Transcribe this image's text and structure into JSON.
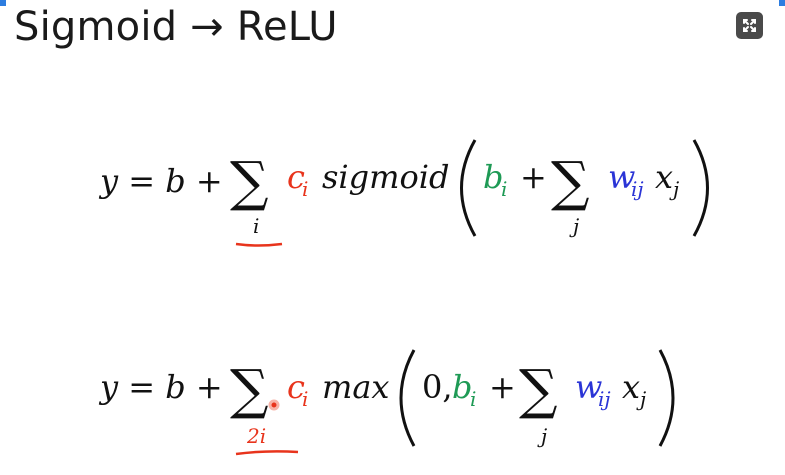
{
  "slide": {
    "title": "Sigmoid → ReLU",
    "expand_icon": "expand-icon"
  },
  "equation1": {
    "lhs": "y = b +",
    "sum_sym": "∑",
    "sum_index": "i",
    "c": "c",
    "c_sub": "i",
    "func": "sigmoid",
    "b": "b",
    "b_sub": "i",
    "plus": "+",
    "inner_sum_sym": "∑",
    "inner_sum_index": "j",
    "w": "w",
    "w_sub": "ij",
    "x": "x",
    "x_sub": "j"
  },
  "equation2": {
    "lhs": "y = b +",
    "sum_sym": "∑",
    "sum_index": "2i",
    "c": "c",
    "c_sub": "i",
    "func": "max",
    "zero": "0,",
    "b": "b",
    "b_sub": "i",
    "plus": "+",
    "inner_sum_sym": "∑",
    "inner_sum_index": "j",
    "w": "w",
    "w_sub": "ij",
    "x": "x",
    "x_sub": "j"
  },
  "colors": {
    "black": "#111111",
    "red": "#e8341c",
    "green": "#1e9a55",
    "blue": "#2a34d6",
    "accent": "#2d7de0"
  }
}
